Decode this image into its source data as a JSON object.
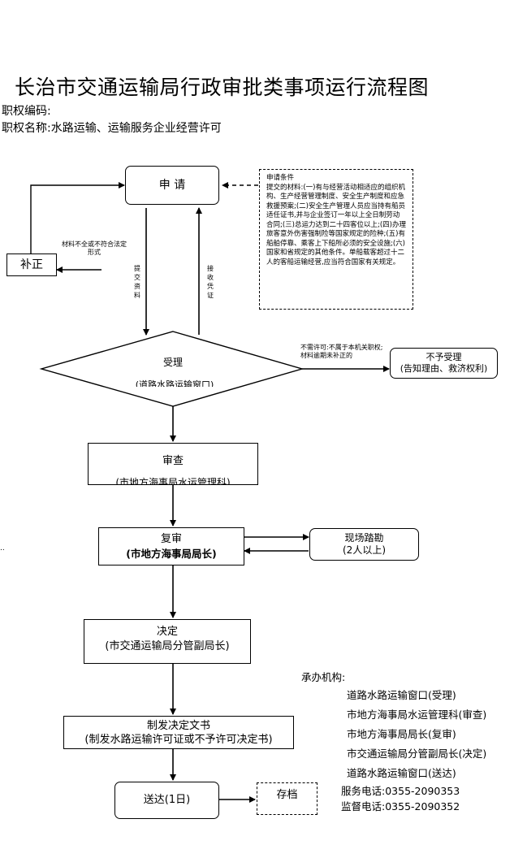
{
  "header": {
    "title": "长治市交通运输局行政审批类事项运行流程图",
    "code_label": "职权编码:",
    "name_label": "职权名称:水路运输、运输服务企业经营许可"
  },
  "nodes": {
    "apply": "申 请",
    "supplement": "补正",
    "accept": {
      "label": "受理",
      "sub": "(道路水路运输窗口)"
    },
    "review": {
      "label": "审查",
      "sub": "(市地方海事局水运管理科)"
    },
    "recheck": {
      "label": "复审",
      "sub": "(市地方海事局局长)"
    },
    "site": {
      "label": "现场踏勘",
      "sub": "(2人以上)"
    },
    "decide": {
      "label": "决定",
      "sub": "(市交通运输局分管副局长)"
    },
    "issue": {
      "label": "制发决定文书",
      "sub": "(制发水路运输许可证或不予许可决定书)"
    },
    "deliver": "送达(1日)",
    "archive": "存档",
    "reject": {
      "label": "不予受理",
      "sub": "(告知理由、救济权利)"
    }
  },
  "edge_labels": {
    "incomplete": "材料不全或不符合法定形式",
    "submit": "提交资料",
    "receipt": "接收凭证",
    "no_license": "不需许可:不属于本机关职权;材料逾期未补正的"
  },
  "conditions": {
    "title": "申请条件",
    "text": "提交的材料:(一)有与经营活动相适应的组织机构、生产经营管理制度、安全生产制度和应急救援预案;(二)安全生产管理人员应当持有船员适任证书,并与企业签订一年以上全日制劳动合同;(三)总运力达到二十四客位以上;(四)办理旅客意外伤害强制险等国家规定的险种;(五)有船舶停靠、乘客上下船所必须的安全设施;(六)国家和省规定的其他条件。单船载客超过十二人的客船运输经营,应当符合国家有关规定。"
  },
  "agencies": {
    "heading": "承办机构:",
    "items": [
      "道路水路运输窗口(受理)",
      "市地方海事局水运管理科(审查)",
      "市地方海事局局长(复审)",
      "市交通运输局分管副局长(决定)",
      "道路水路运输窗口(送达)"
    ],
    "service_phone": "服务电话:0355-2090353",
    "supervise_phone": "监督电话:0355-2090352"
  },
  "margin_mark": ".."
}
